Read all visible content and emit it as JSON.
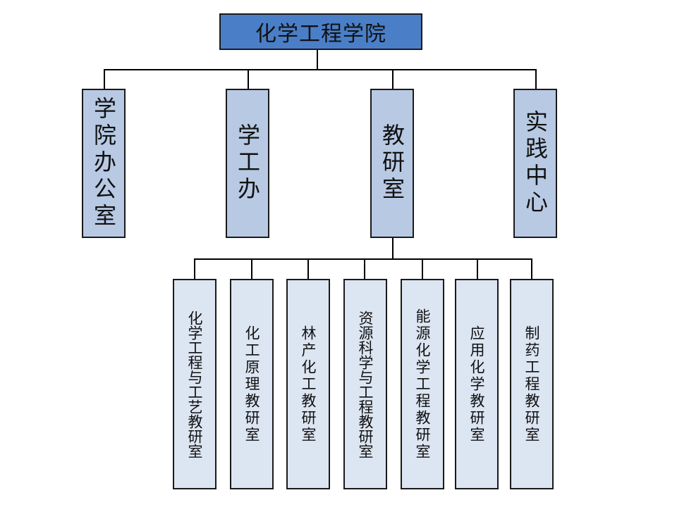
{
  "diagram": {
    "root": {
      "label": "化学工程学院"
    },
    "departments": [
      {
        "label": "学院办公室"
      },
      {
        "label": "学工办"
      },
      {
        "label": "教研室"
      },
      {
        "label": "实践中心"
      }
    ],
    "teaching_offices": [
      {
        "label": "化学工程与工艺教研室"
      },
      {
        "label": "化工原理教研室"
      },
      {
        "label": "林产化工教研室"
      },
      {
        "label": "资源科学与工程教研室"
      },
      {
        "label": "能源化学工程教研室"
      },
      {
        "label": "应用化学教研室"
      },
      {
        "label": "制药工程教研室"
      }
    ],
    "colors": {
      "root_fill": "#4a7fc8",
      "department_fill": "#b7c9e3",
      "office_fill": "#dce5f2",
      "border": "#1a1a1a"
    }
  }
}
